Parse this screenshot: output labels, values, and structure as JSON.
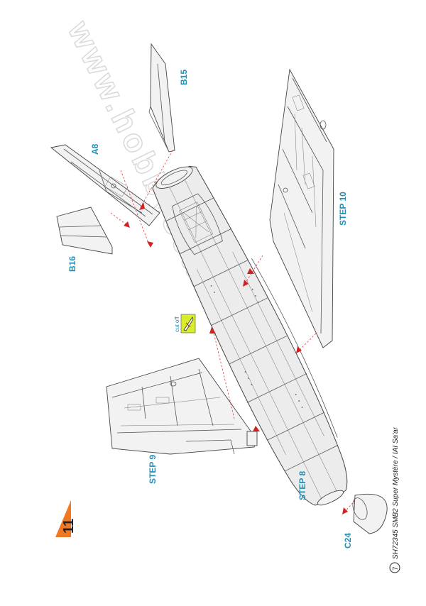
{
  "page": {
    "number": "11",
    "footer_index": "7",
    "footer_text": "SH72345 SMB2 Super Mystère / IAI Sa'ar",
    "watermark": "www.hobbyscan.net"
  },
  "labels": {
    "a8": "A8",
    "b15": "B15",
    "b16": "B16",
    "c24": "C24",
    "step8": "STEP 8",
    "step9": "STEP 9",
    "step10": "STEP 10",
    "cut_off": "cut off"
  },
  "colors": {
    "label_blue": "#1f8fb8",
    "page_badge": "#f07820",
    "cutoff_badge": "#d7ec2a",
    "arrow_red": "#d42020"
  },
  "icons": {
    "cut_icon": "knife-cut-icon"
  }
}
